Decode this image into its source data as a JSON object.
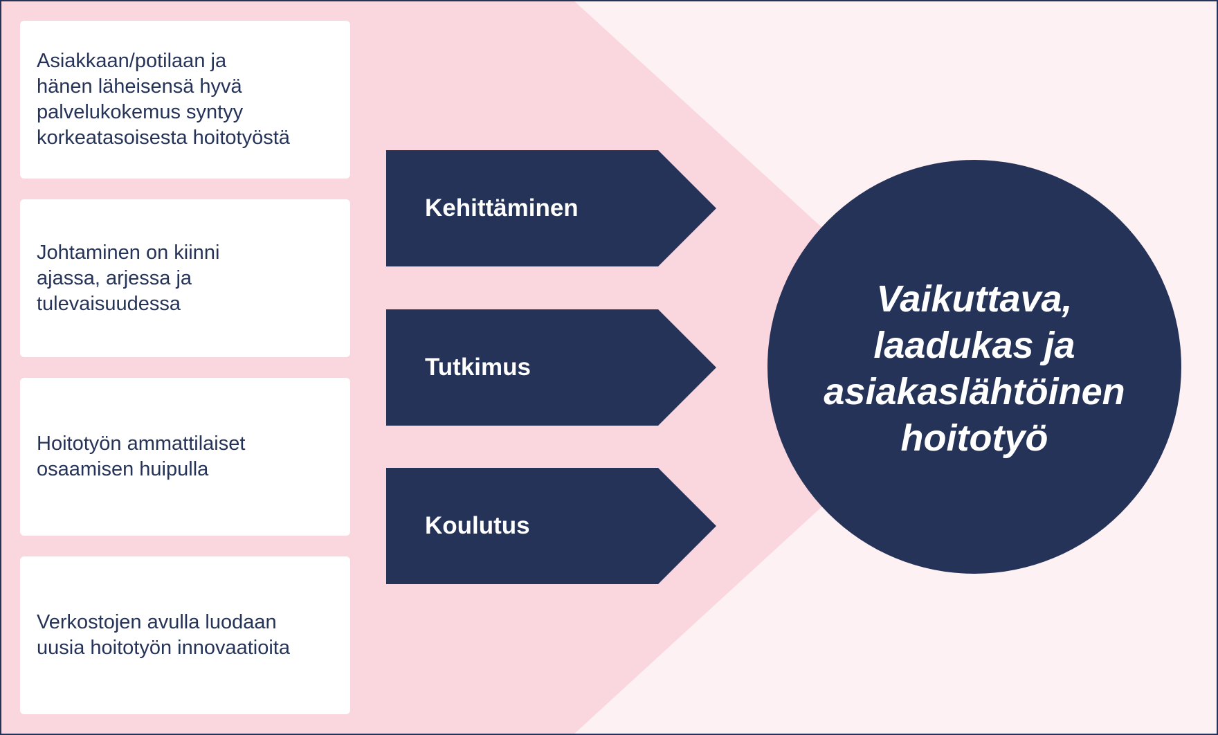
{
  "colors": {
    "navy": "#263359",
    "pink": "#fad7de",
    "light": "#fdf1f3",
    "white": "#ffffff"
  },
  "cards": [
    {
      "text": "Asiakkaan/potilaan ja\nhänen läheisensä hyvä\npalvelukokemus syntyy\nkorkeatasoisesta hoitotyöstä"
    },
    {
      "text": "Johtaminen on kiinni\najassa, arjessa ja\ntulevaisuudessa"
    },
    {
      "text": "Hoitotyön ammattilaiset\nosaamisen huipulla"
    },
    {
      "text": "Verkostojen avulla luodaan\nuusia hoitotyön innovaatioita"
    }
  ],
  "arrows": [
    {
      "label": "Kehittäminen"
    },
    {
      "label": "Tutkimus"
    },
    {
      "label": "Koulutus"
    }
  ],
  "goal": {
    "text": "Vaikuttava,\nlaadukas ja\nasiakaslähtöinen\nhoitotyö"
  }
}
